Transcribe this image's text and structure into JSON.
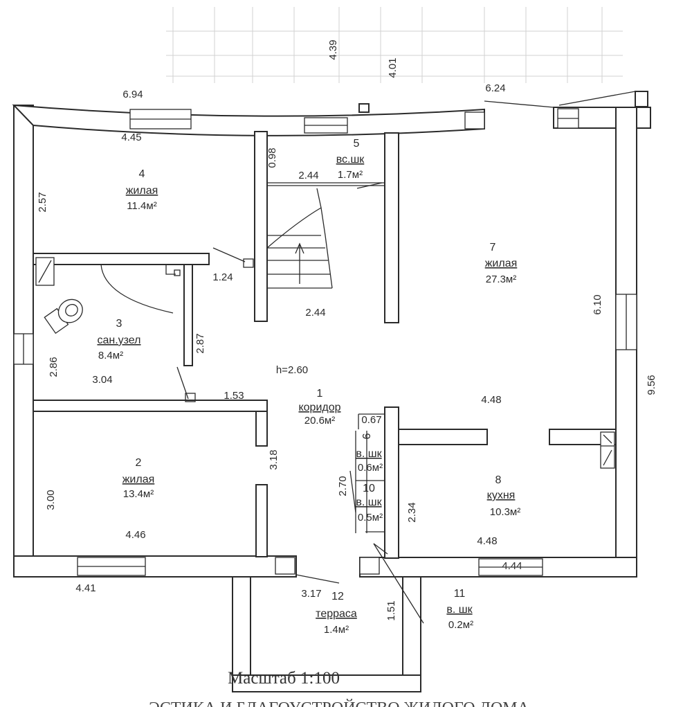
{
  "plan": {
    "height_label": "h=2.60",
    "scale_label": "Масштаб 1:100",
    "bottom_caption": "ЭСТИКА И БЛАГОУСТРОЙСТВО ЖИЛОГО ДОМА",
    "rooms": [
      {
        "id": "r1",
        "number": "1",
        "name": "коридор",
        "area": "20.6м²"
      },
      {
        "id": "r2",
        "number": "2",
        "name": "жилая",
        "area": "13.4м²"
      },
      {
        "id": "r3",
        "number": "3",
        "name": "сан.узел",
        "area": "8.4м²"
      },
      {
        "id": "r4",
        "number": "4",
        "name": "жилая",
        "area": "11.4м²"
      },
      {
        "id": "r5",
        "number": "5",
        "name": "вс.шк",
        "area": "1.7м²"
      },
      {
        "id": "r6",
        "number": "9",
        "name": "в. шк",
        "area": "0.6м²"
      },
      {
        "id": "r7",
        "number": "7",
        "name": "жилая",
        "area": "27.3м²"
      },
      {
        "id": "r8",
        "number": "8",
        "name": "кухня",
        "area": "10.3м²"
      },
      {
        "id": "r10",
        "number": "10",
        "name": "в. шк",
        "area": "0.5м²"
      },
      {
        "id": "r11",
        "number": "11",
        "name": "в. шк",
        "area": "0.2м²"
      },
      {
        "id": "r12",
        "number": "12",
        "name": "терраса",
        "area": "1.4м²"
      }
    ],
    "dimensions": [
      {
        "id": "d01",
        "value": "6.94"
      },
      {
        "id": "d02",
        "value": "4.45"
      },
      {
        "id": "d03",
        "value": "4.39"
      },
      {
        "id": "d04",
        "value": "4.01"
      },
      {
        "id": "d05",
        "value": "6.24"
      },
      {
        "id": "d06",
        "value": "2.57"
      },
      {
        "id": "d07",
        "value": "0.98"
      },
      {
        "id": "d08",
        "value": "2.44"
      },
      {
        "id": "d09",
        "value": "1.24"
      },
      {
        "id": "d10",
        "value": "2.44"
      },
      {
        "id": "d11",
        "value": "6.10"
      },
      {
        "id": "d12",
        "value": "2.87"
      },
      {
        "id": "d13",
        "value": "2.86"
      },
      {
        "id": "d14",
        "value": "3.04"
      },
      {
        "id": "d15",
        "value": "1.53"
      },
      {
        "id": "d16",
        "value": "9.56"
      },
      {
        "id": "d17",
        "value": "4.48"
      },
      {
        "id": "d18",
        "value": "0.67"
      },
      {
        "id": "d19",
        "value": "3.18"
      },
      {
        "id": "d20",
        "value": "3.00"
      },
      {
        "id": "d21",
        "value": "2.70"
      },
      {
        "id": "d22",
        "value": "2.34"
      },
      {
        "id": "d23",
        "value": "4.46"
      },
      {
        "id": "d24",
        "value": "4.48"
      },
      {
        "id": "d25",
        "value": "4.41"
      },
      {
        "id": "d26",
        "value": "3.17"
      },
      {
        "id": "d27",
        "value": "1.51"
      },
      {
        "id": "d28",
        "value": "4.44"
      }
    ]
  }
}
